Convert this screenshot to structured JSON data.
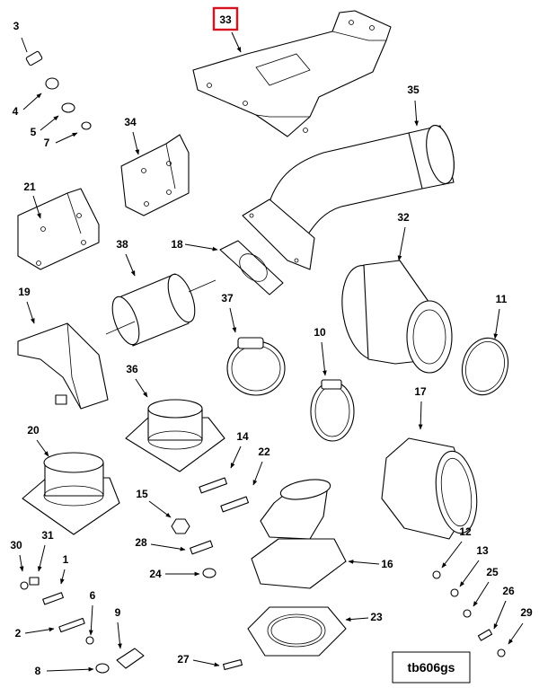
{
  "highlighted_callout": "33",
  "highlight_color": "#d6121f",
  "drawing_code": "tb606gs",
  "callouts": {
    "c3": "3",
    "c4": "4",
    "c5": "5",
    "c7": "7",
    "c34": "34",
    "c21": "21",
    "c19": "19",
    "c38": "38",
    "c18": "18",
    "c35": "35",
    "c32": "32",
    "c11": "11",
    "c37": "37",
    "c10": "10",
    "c36": "36",
    "c17": "17",
    "c20": "20",
    "c14": "14",
    "c22": "22",
    "c15": "15",
    "c28": "28",
    "c24": "24",
    "c16": "16",
    "c30": "30",
    "c31": "31",
    "c1": "1",
    "c6": "6",
    "c9": "9",
    "c2": "2",
    "c8": "8",
    "c27": "27",
    "c23": "23",
    "c12": "12",
    "c13": "13",
    "c25": "25",
    "c26": "26",
    "c29": "29",
    "c33": "33"
  }
}
